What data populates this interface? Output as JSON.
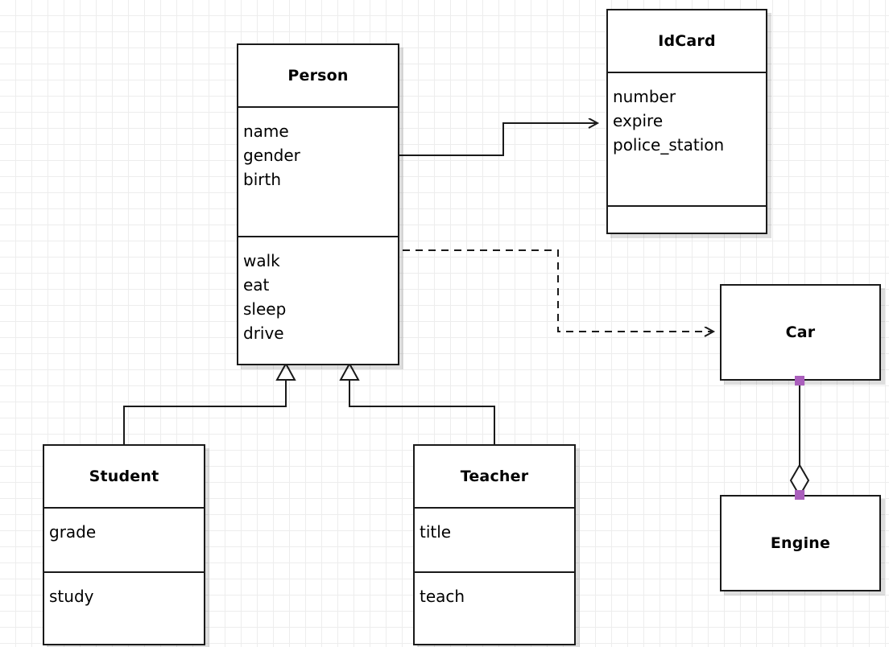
{
  "diagram": {
    "type": "uml-class-diagram",
    "background": "#ffffff",
    "grid_color": "#ededed",
    "grid_size": 20,
    "line_color": "#1a1a1a",
    "handle_color": "#aa5fbc",
    "shadow_color": "rgba(0,0,0,0.13)"
  },
  "classes": {
    "person": {
      "name": "Person",
      "attributes": [
        "name",
        "gender",
        "birth"
      ],
      "operations": [
        "walk",
        "eat",
        "sleep",
        "drive"
      ]
    },
    "idcard": {
      "name": "IdCard",
      "attributes": [
        "number",
        "expire",
        "police_station"
      ],
      "operations": []
    },
    "car": {
      "name": "Car",
      "attributes": [],
      "operations": []
    },
    "engine": {
      "name": "Engine",
      "attributes": [],
      "operations": []
    },
    "student": {
      "name": "Student",
      "attributes": [
        "grade"
      ],
      "operations": [
        "study"
      ]
    },
    "teacher": {
      "name": "Teacher",
      "attributes": [
        "title"
      ],
      "operations": [
        "teach"
      ]
    }
  },
  "relationships": [
    {
      "id": "person-idcard",
      "kind": "association",
      "style": "solid",
      "arrow": "open",
      "from": "Person",
      "to": "IdCard"
    },
    {
      "id": "person-car",
      "kind": "dependency",
      "style": "dashed",
      "arrow": "open",
      "from": "Person",
      "to": "Car"
    },
    {
      "id": "student-person",
      "kind": "generalization",
      "style": "solid",
      "arrow": "hollow-triangle",
      "from": "Student",
      "to": "Person"
    },
    {
      "id": "teacher-person",
      "kind": "generalization",
      "style": "solid",
      "arrow": "hollow-triangle",
      "from": "Teacher",
      "to": "Person"
    },
    {
      "id": "car-engine",
      "kind": "aggregation",
      "style": "solid",
      "arrow": "hollow-diamond",
      "from": "Car",
      "to": "Engine",
      "selected": true
    }
  ]
}
